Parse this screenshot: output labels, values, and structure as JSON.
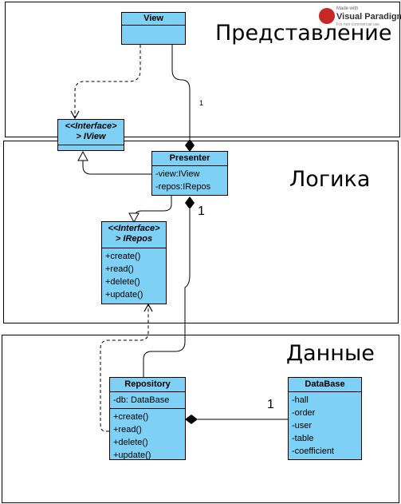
{
  "layers": {
    "view": {
      "title": "Представление"
    },
    "logic": {
      "title": "Логика"
    },
    "data": {
      "title": "Данные"
    }
  },
  "classes": {
    "view": {
      "name": "View"
    },
    "iview": {
      "stereotype": "<<Interface>",
      "name": "> IView"
    },
    "presenter": {
      "name": "Presenter",
      "attributes": [
        "-view:IView",
        "-repos:IRepos"
      ]
    },
    "irepos": {
      "stereotype": "<<Interface>",
      "name": "> IRepos",
      "operations": [
        "+create()",
        "+read()",
        "+delete()",
        "+update()"
      ]
    },
    "repository": {
      "name": "Repository",
      "attributes": [
        "-db: DataBase"
      ],
      "operations": [
        "+create()",
        "+read()",
        "+delete()",
        "+update()"
      ]
    },
    "database": {
      "name": "DataBase",
      "attributes": [
        "-hall",
        "-order",
        "-user",
        "-table",
        "-coefficient"
      ]
    }
  },
  "multiplicities": {
    "view_presenter": "1",
    "presenter_repository": "1",
    "repository_database": "1"
  },
  "watermark": {
    "line1": "Made with",
    "brand": "Visual Paradigm",
    "line2": "For non-commercial use"
  },
  "colors": {
    "class_fill": "#7fd0f5",
    "line": "#000000"
  }
}
